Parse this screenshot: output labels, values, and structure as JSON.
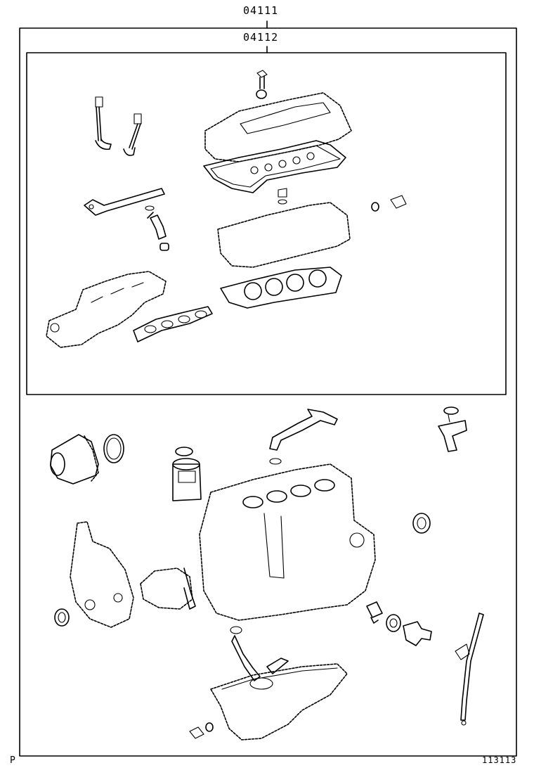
{
  "diagram": {
    "outer_kit_code": "04111",
    "inner_kit_code": "04112",
    "corner_mark": "P",
    "figure_number": "113113"
  }
}
